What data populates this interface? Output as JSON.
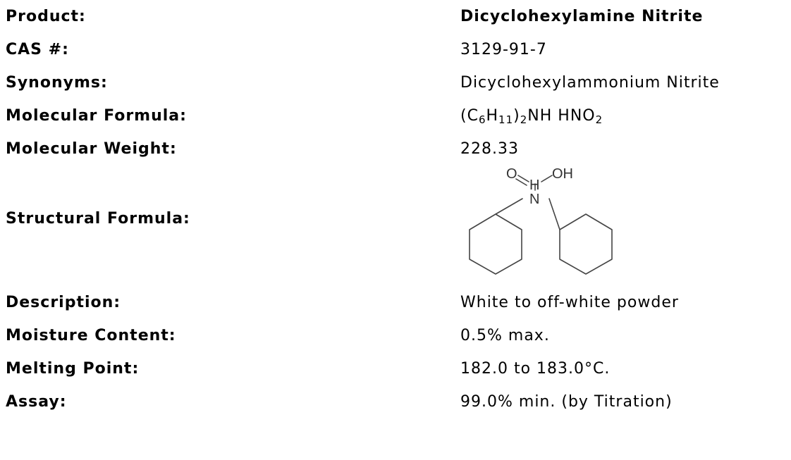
{
  "product": {
    "label": "Product:",
    "value": "Dicyclohexylamine Nitrite"
  },
  "cas": {
    "label": "CAS #:",
    "value": "3129-91-7"
  },
  "synonyms": {
    "label": "Synonyms:",
    "value": "Dicyclohexylammonium Nitrite"
  },
  "molecular_formula": {
    "label": "Molecular Formula:",
    "parts": {
      "open": "(C",
      "sub1": "6",
      "h": "H",
      "sub2": "11",
      "close": ")",
      "sub3": "2",
      "mid": "NH HNO",
      "sub4": "2"
    }
  },
  "molecular_weight": {
    "label": "Molecular Weight:",
    "value": "228.33"
  },
  "structural_formula": {
    "label": "Structural Formula:",
    "atoms": {
      "o": "O",
      "oh": "OH",
      "h": "H",
      "n": "N"
    }
  },
  "description": {
    "label": "Description:",
    "value": "White to off-white powder"
  },
  "moisture": {
    "label": "Moisture Content:",
    "value": "0.5% max."
  },
  "melting_point": {
    "label": "Melting Point:",
    "value": "182.0 to 183.0°C."
  },
  "assay": {
    "label": "Assay:",
    "value": "99.0% min. (by Titration)"
  }
}
